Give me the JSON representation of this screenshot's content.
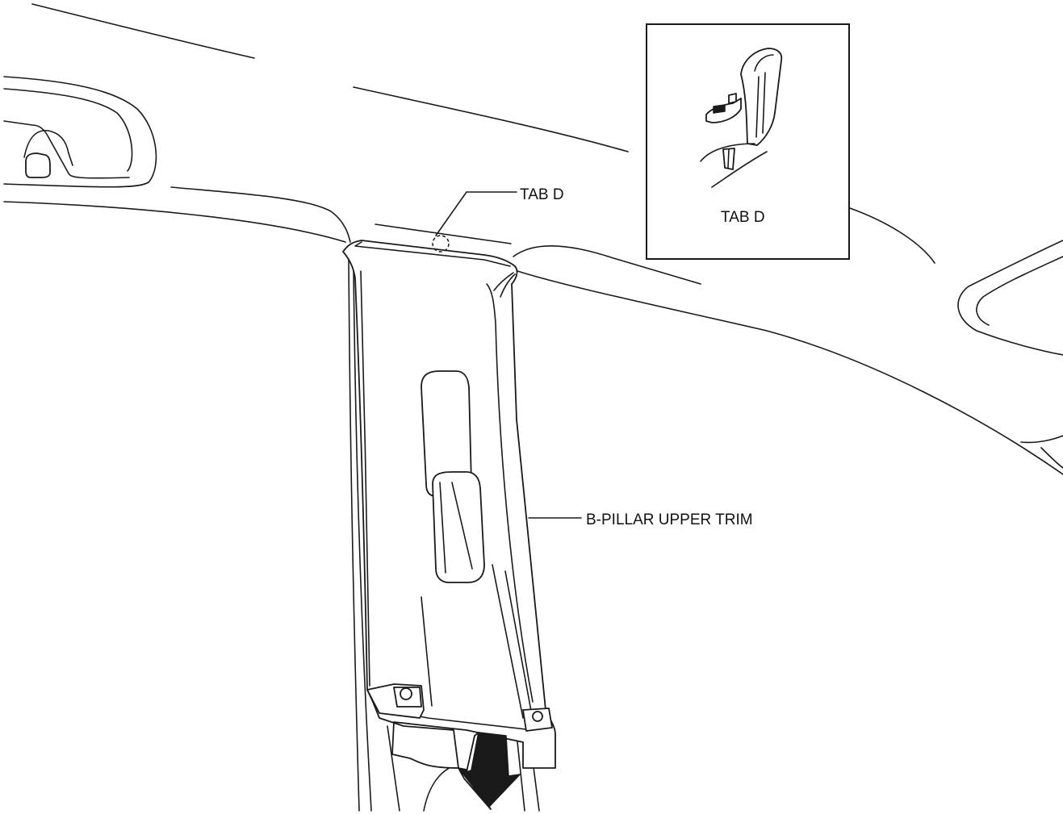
{
  "labels": {
    "tab_d_callout": "TAB D",
    "tab_d_inset": "TAB D",
    "b_pillar_upper_trim": "B-PILLAR UPPER TRIM"
  },
  "colors": {
    "line": "#1a1a1a",
    "background": "#ffffff"
  },
  "icons": {
    "removal_direction": "arrow-down-icon"
  }
}
